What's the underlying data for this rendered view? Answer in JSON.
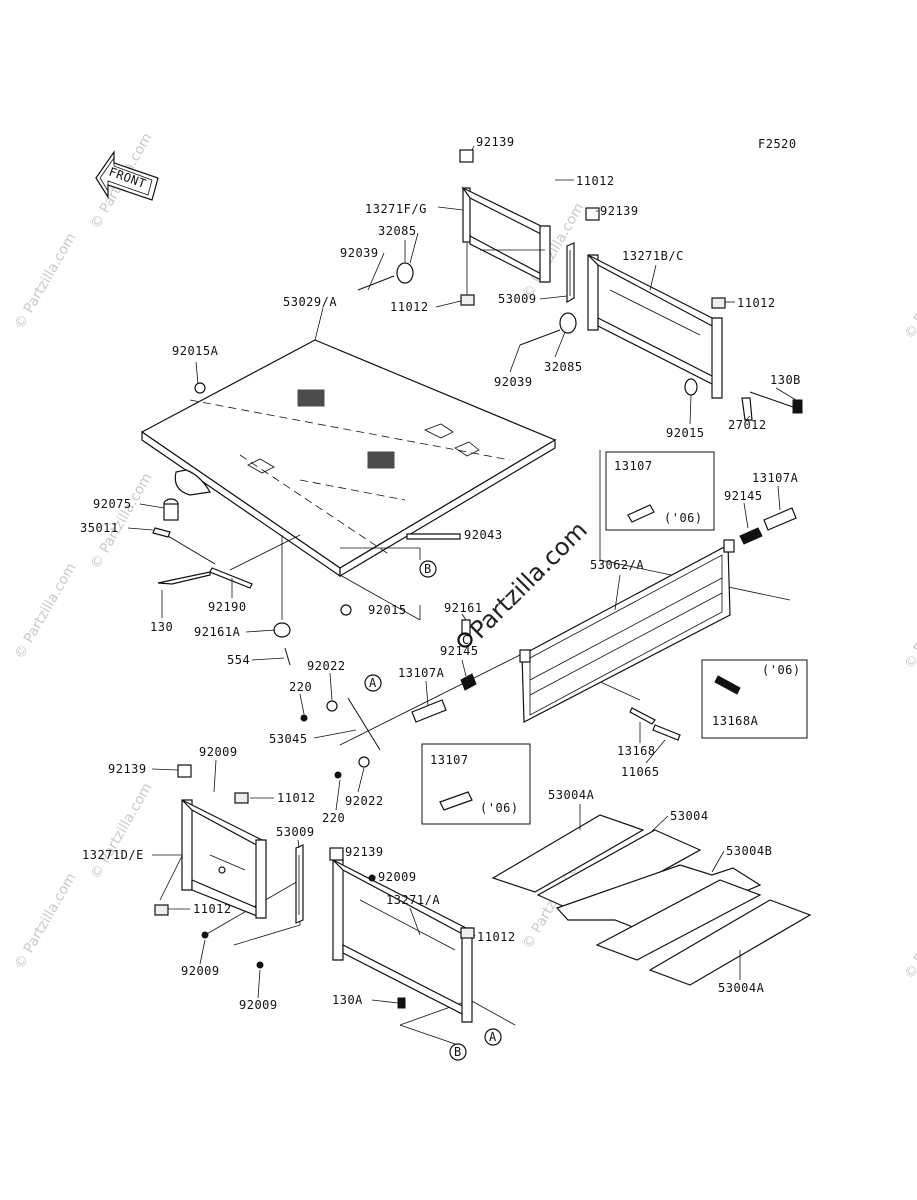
{
  "diagram": {
    "figure_code": "F2520",
    "front_arrow_label": "FRONT",
    "watermark_center": "Partzilla.com",
    "watermark_small": "© Partzilla.com",
    "callout_a": "A",
    "callout_b": "B",
    "callout_c": "C",
    "inset_06": "('06)",
    "labels": {
      "p92139_top": "92139",
      "p11012_top": "11012",
      "p92139_r": "92139",
      "p13271fg": "13271F/G",
      "p32085_l": "32085",
      "p92039_l": "92039",
      "p11012_ml": "11012",
      "p53009_top": "53009",
      "p13271bc": "13271B/C",
      "p11012_r": "11012",
      "p53029a": "53029/A",
      "p92015a": "92015A",
      "p92039_r": "92039",
      "p32085_r": "32085",
      "p130b": "130B",
      "p92015_r": "92015",
      "p27012": "27012",
      "p13107_in": "13107",
      "p13107a_r": "13107A",
      "p92145_r": "92145",
      "p92075": "92075",
      "p35011": "35011",
      "p92043": "92043",
      "p53062a": "53062/A",
      "p130": "130",
      "p92190": "92190",
      "p92161": "92161",
      "p92015_m": "92015",
      "p92161a": "92161A",
      "p554": "554",
      "p92145_m": "92145",
      "p92022_t": "92022",
      "p220_t": "220",
      "p13107a_m": "13107A",
      "p13168a": "13168A",
      "p53045": "53045",
      "p13168": "13168",
      "p11065": "11065",
      "p13107_in2": "13107",
      "p220_b": "220",
      "p92022_b": "92022",
      "p92009_t": "92009",
      "p92139_bl": "92139",
      "p11012_bl": "11012",
      "p53009_b": "53009",
      "p13271de": "13271D/E",
      "p53004a_t": "53004A",
      "p53004": "53004",
      "p92139_bm": "92139",
      "p92009_m": "92009",
      "p53004b": "53004B",
      "p13271a": "13271/A",
      "p11012_bl2": "11012",
      "p11012_bm": "11012",
      "p92009_b1": "92009",
      "p92009_b2": "92009",
      "p130a": "130A",
      "p53004a_b": "53004A"
    }
  },
  "colors": {
    "ink": "#111111",
    "watermark": "#c9c9c9",
    "background": "#ffffff"
  }
}
